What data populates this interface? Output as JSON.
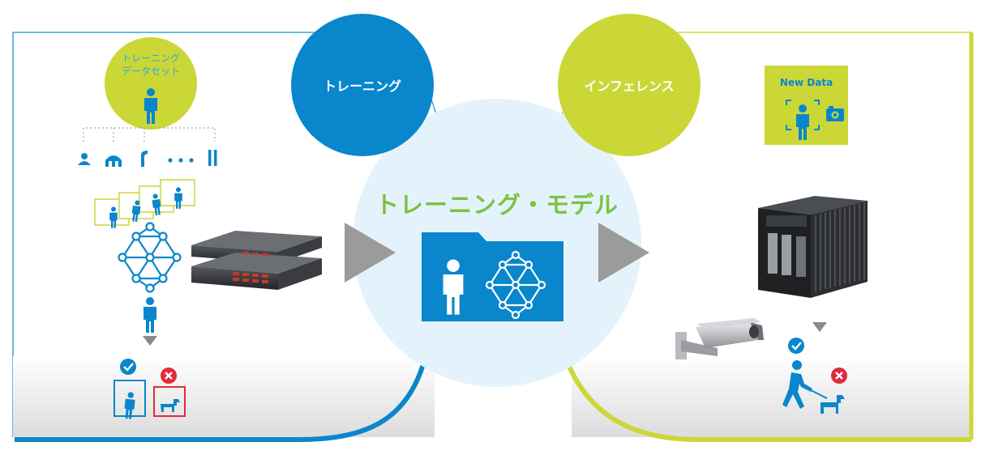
{
  "training": {
    "circle_label": "トレーニング",
    "dataset_label_line1": "トレーニング",
    "dataset_label_line2": "データセット",
    "dots": "• • •"
  },
  "model": {
    "title": "トレーニング・モデル"
  },
  "inference": {
    "circle_label": "インフェレンス",
    "new_data_label": "New Data"
  },
  "colors": {
    "blue": "#0a86cc",
    "light_blue": "#30a8dc",
    "lime": "#cbd737",
    "green_text": "#7cc242",
    "arrow_gray": "#9b9b9b",
    "center_bg": "#e4f3fb",
    "reject_red": "#e02b3c"
  },
  "icons": [
    "person-icon",
    "neural-network-icon",
    "server-icon",
    "camera-icon",
    "security-camera-icon",
    "check-icon",
    "cross-icon",
    "dog-icon",
    "folder-icon",
    "arrow-right-icon",
    "triangle-down-icon"
  ]
}
